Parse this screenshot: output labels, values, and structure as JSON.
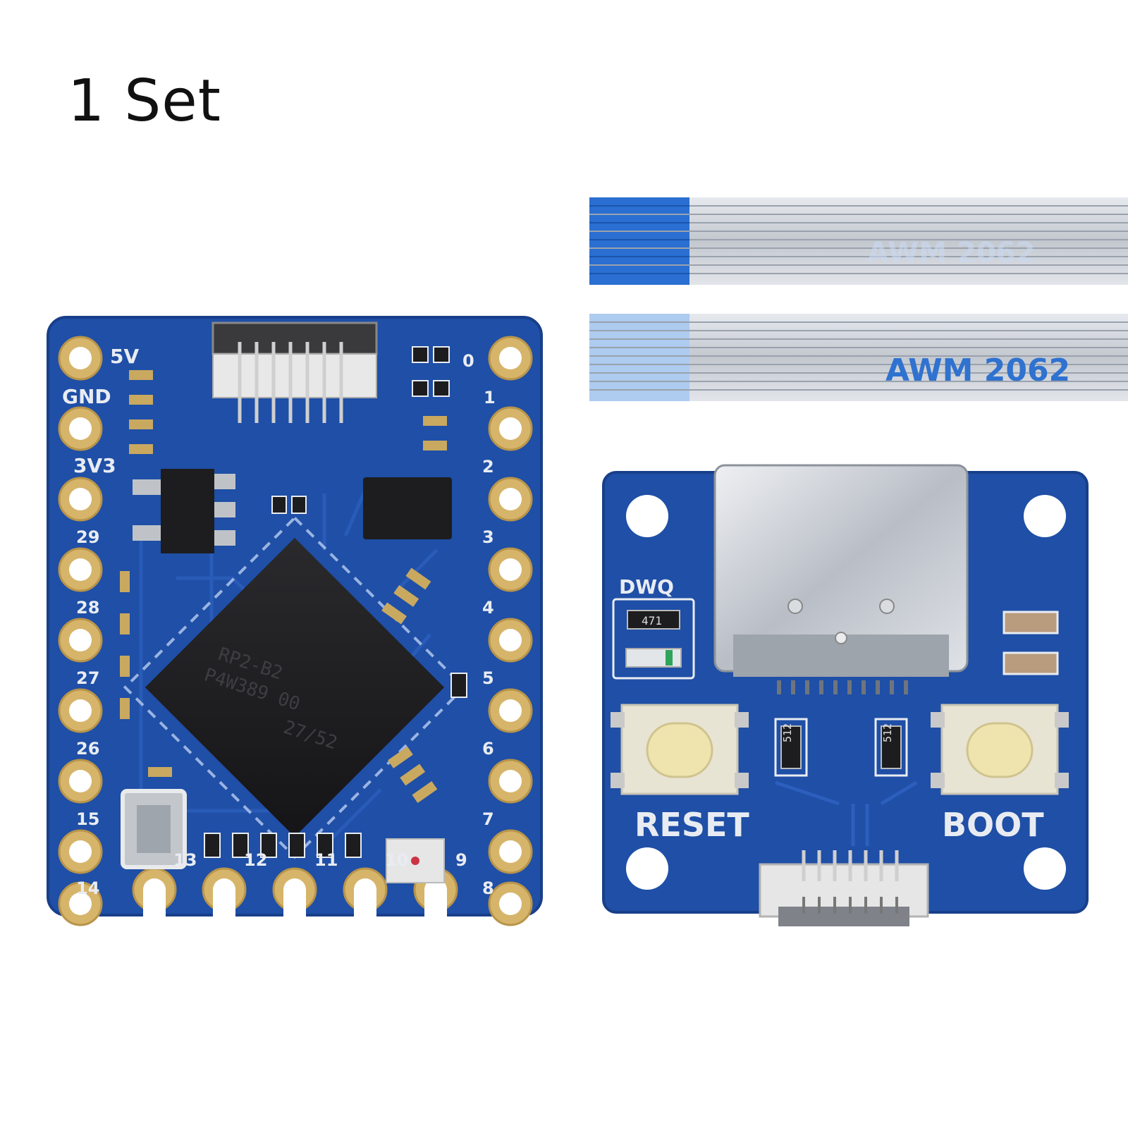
{
  "caption": "1 Set",
  "colors": {
    "pcb_blue": "#1f4fa6",
    "pcb_edge": "#183f8a",
    "gold_pad": "#d6b56a",
    "chip": "#1d1d1f",
    "ribbon_blue": "#2a6fd1",
    "ribbon_silver": "#c9ced6"
  },
  "main_board": {
    "pin_labels_left": [
      "5V",
      "GND",
      "3V3",
      "29",
      "28",
      "27",
      "26",
      "15",
      "14"
    ],
    "pin_labels_right": [
      "0",
      "1",
      "2",
      "3",
      "4",
      "5",
      "6",
      "7",
      "8"
    ],
    "pin_labels_bottom": [
      "13",
      "12",
      "11",
      "10",
      "9"
    ],
    "chip_marking": [
      "RP2-B2",
      "P4W389 00",
      "27/52"
    ]
  },
  "breakout_board": {
    "reset_label": "RESET",
    "boot_label": "BOOT",
    "led_label": "DWQ",
    "resistor_led": "471",
    "resistor_a": "512",
    "resistor_b": "512"
  },
  "ribbon_cables": {
    "marking_top": "AWM  2062",
    "marking_bottom": "AWM   2062"
  }
}
